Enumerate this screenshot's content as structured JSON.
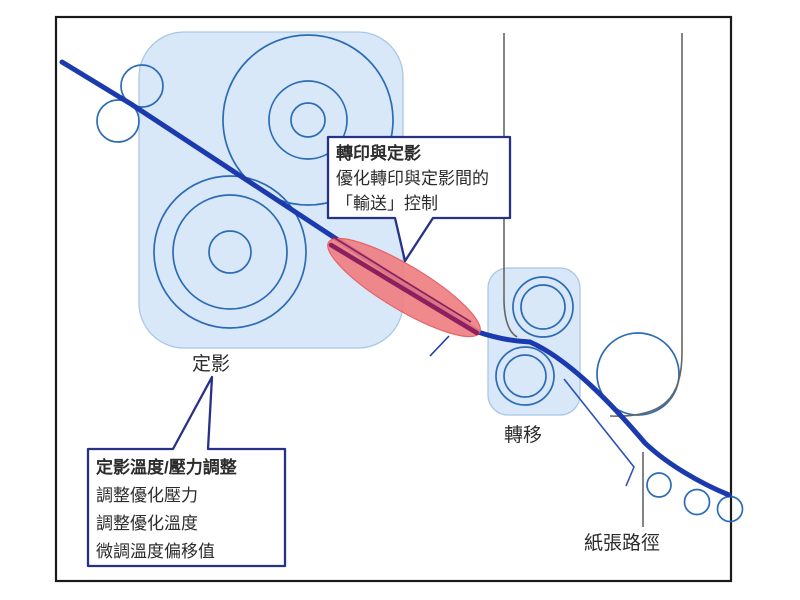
{
  "colors": {
    "outer_border": "#1a1a1a",
    "unit_fill": "#d9e8f8",
    "unit_edge": "#a9c7e6",
    "roller_stroke": "#2b6cb5",
    "paper_path": "#1b3aad",
    "guide_gray": "#666666",
    "highlight_fill": "#ee7c80",
    "highlight_edge": "#e5646c",
    "highlight_path": "#8d1f5f",
    "callout_border": "#283285",
    "text": "#2b2b2b"
  },
  "labels": {
    "fuser": "定影",
    "transfer": "轉移",
    "paper_path": "紙張路徑"
  },
  "callouts": {
    "transfer_fixing": {
      "title": "轉印與定影",
      "lines": [
        "優化轉印與定影間的",
        "「輸送」控制"
      ]
    },
    "fuser_adjust": {
      "title": "定影溫度/壓力調整",
      "lines": [
        "調整優化壓力",
        "調整優化溫度",
        "微調溫度偏移值"
      ]
    }
  }
}
